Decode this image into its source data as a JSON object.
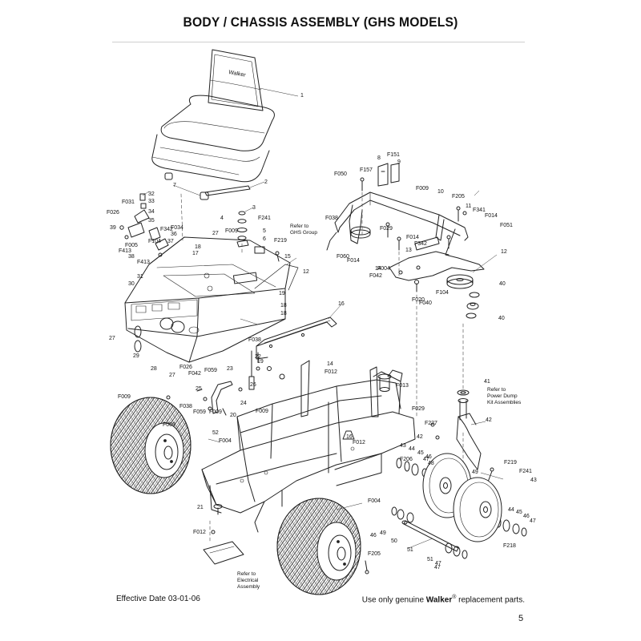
{
  "page": {
    "title": "BODY / CHASSIS ASSEMBLY (GHS MODELS)",
    "effective_date": "Effective Date 03-01-06",
    "footer_prefix": "Use only genuine ",
    "footer_brand": "Walker",
    "footer_reg": "®",
    "footer_suffix": " replacement parts.",
    "page_number": "5"
  },
  "seat_logo": "Walker",
  "notes": {
    "ghs_group": [
      "Refer to",
      "GHS Group"
    ],
    "power_dump": [
      "Refer to",
      "Power Dump",
      "Kit Assemblies"
    ],
    "electrical": [
      "Refer to",
      "Electrical",
      "Assembly"
    ]
  },
  "callouts": [
    "1",
    "2",
    "3",
    "4",
    "5",
    "6",
    "7",
    "8",
    "9",
    "10",
    "11",
    "12",
    "12",
    "13",
    "14",
    "14",
    "15",
    "16",
    "16",
    "17",
    "18",
    "18",
    "18",
    "19",
    "19",
    "20",
    "21",
    "22",
    "23",
    "24",
    "25",
    "26",
    "27",
    "27",
    "27",
    "28",
    "29",
    "30",
    "31",
    "32",
    "33",
    "34",
    "35",
    "36",
    "37",
    "38",
    "39",
    "40",
    "40",
    "41",
    "42",
    "42",
    "43",
    "43",
    "44",
    "44",
    "45",
    "45",
    "46",
    "46",
    "46",
    "47",
    "47",
    "47",
    "47",
    "48",
    "49",
    "49",
    "50",
    "51",
    "51",
    "52",
    "F004",
    "F004",
    "F004",
    "F005",
    "F009",
    "F009",
    "F009",
    "F009",
    "F009",
    "F009",
    "F012",
    "F012",
    "F012",
    "F013",
    "F014",
    "F014",
    "F014",
    "F020",
    "F026",
    "F026",
    "F029",
    "F029",
    "F031",
    "F034",
    "F038",
    "F038",
    "F038",
    "F040",
    "F042",
    "F042",
    "F050",
    "F051",
    "F059",
    "F059",
    "F060",
    "F104",
    "F104",
    "F151",
    "F157",
    "F205",
    "F205",
    "F206",
    "F218",
    "F219",
    "F219",
    "F227",
    "F241",
    "F241",
    "F341",
    "F342",
    "F342",
    "F413",
    "F413"
  ]
}
